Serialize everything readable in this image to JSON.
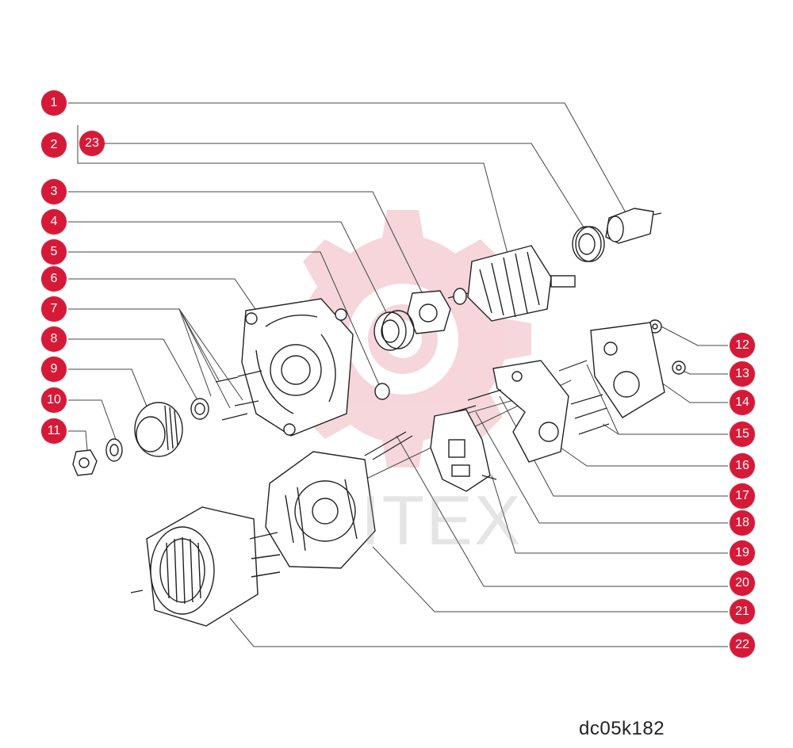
{
  "diagram": {
    "accent_color": "#d71938",
    "watermark_logo": "gear-logo-watermark",
    "watermark_text": "ITEX",
    "drawing_code": "dc05k182",
    "callouts": [
      {
        "label": "1"
      },
      {
        "label": "2"
      },
      {
        "label": "3"
      },
      {
        "label": "4"
      },
      {
        "label": "5"
      },
      {
        "label": "6"
      },
      {
        "label": "7"
      },
      {
        "label": "8"
      },
      {
        "label": "9"
      },
      {
        "label": "10"
      },
      {
        "label": "11"
      },
      {
        "label": "12"
      },
      {
        "label": "13"
      },
      {
        "label": "14"
      },
      {
        "label": "15"
      },
      {
        "label": "16"
      },
      {
        "label": "17"
      },
      {
        "label": "18"
      },
      {
        "label": "19"
      },
      {
        "label": "20"
      },
      {
        "label": "21"
      },
      {
        "label": "22"
      },
      {
        "label": "23"
      }
    ]
  }
}
